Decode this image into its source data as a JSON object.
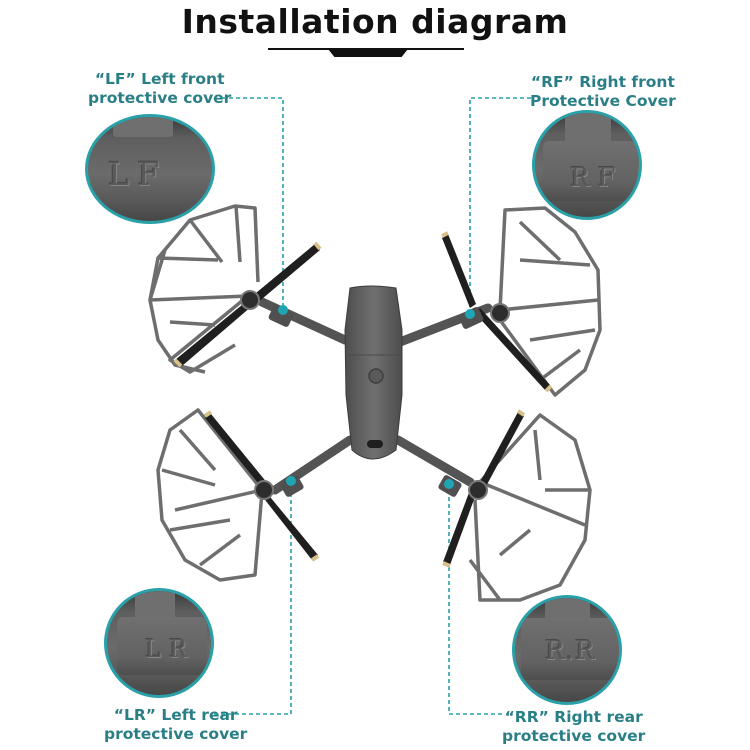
{
  "header": {
    "title": "Installation diagram"
  },
  "callouts": {
    "lf": {
      "line1": "“LF”  Left front",
      "line2": "protective cover",
      "engraving": "LF"
    },
    "rf": {
      "line1": "“RF”  Right front",
      "line2": "Protective Cover",
      "engraving": "RF"
    },
    "lr": {
      "line1": "“LR”  Left rear",
      "line2": "protective cover",
      "engraving": "LR"
    },
    "rr": {
      "line1": "“RR”  Right rear",
      "line2": "protective cover",
      "engraving": "R.R"
    }
  },
  "colors": {
    "label_text": "#2a7f86",
    "accent_teal": "#2aa0a8",
    "marker_dot": "#1fa4b4",
    "drone_body": "#5c5c5c",
    "guard_frame": "#6e6e6e",
    "propeller": "#1f1f1f",
    "prop_tip": "#d9c08a",
    "title_text": "#111111"
  }
}
